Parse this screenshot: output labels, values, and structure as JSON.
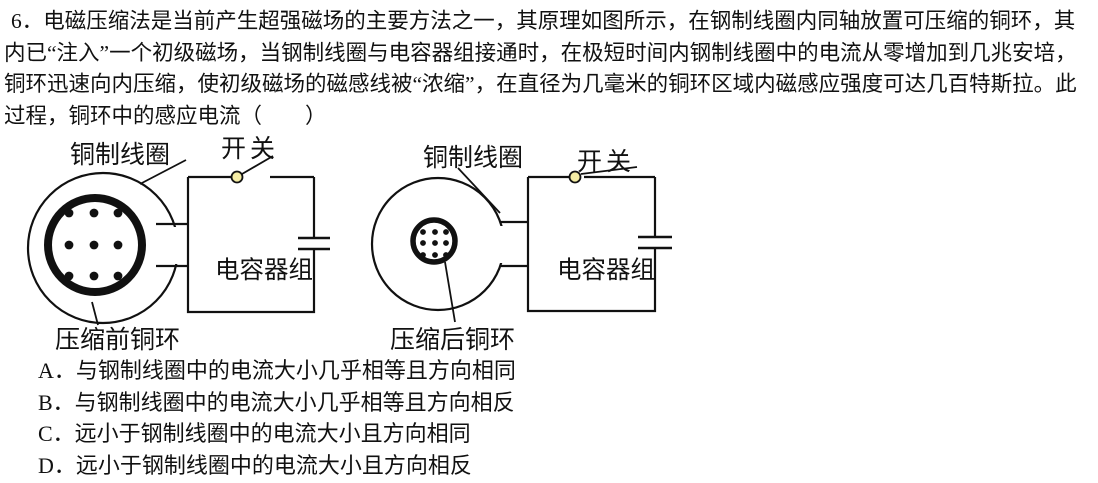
{
  "question": {
    "number": "6",
    "lines": [
      "6．电磁压缩法是当前产生超强磁场的主要方法之一，其原理如图所示，在钢制线圈内同轴放置可压缩的铜环，其",
      "内已“注入”一个初级磁场，当钢制线圈与电容器组接通时，在极短时间内钢制线圈中的电流从零增加到几兆安培，",
      "铜环迅速向内压缩，使初级磁场的磁感线被“浓缩”，在直径为几毫米的铜环区域内磁感应强度可达几百特斯拉。此",
      "过程，铜环中的感应电流（　　）"
    ]
  },
  "options": [
    "A．与钢制线圈中的电流大小几乎相等且方向相同",
    "B．与钢制线圈中的电流大小几乎相等且方向相反",
    "C．远小于钢制线圈中的电流大小且方向相同",
    "D．远小于钢制线圈中的电流大小且方向相反"
  ],
  "diagram_before": {
    "coil_label": "铜制线圈",
    "switch_label": "开关",
    "capacitor_label": "电容器组",
    "ring_label": "压缩前铜环"
  },
  "diagram_after": {
    "coil_label": "铜制线圈",
    "switch_label": "开关",
    "capacitor_label": "电容器组",
    "ring_label": "压缩后铜环"
  },
  "colors": {
    "ink": "#111111",
    "switch_dot_fill": "#f5eda5"
  }
}
